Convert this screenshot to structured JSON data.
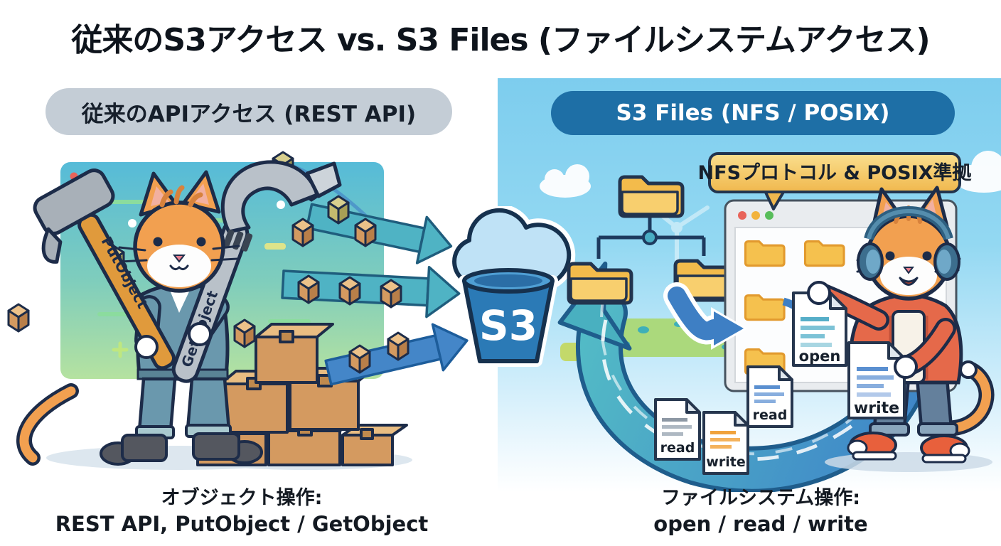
{
  "title": "従来のS3アクセス vs. S3 Files (ファイルシステムアクセス)",
  "left": {
    "header": "従来のAPIアクセス (REST API)",
    "hammer_label": "PutObject",
    "wrench_label": "GetObject",
    "caption": {
      "line1": "オブジェクト操作:",
      "line2": "REST API, PutObject / GetObject"
    }
  },
  "center": {
    "bucket_label": "S3"
  },
  "right": {
    "header": "S3 Files (NFS / POSIX)",
    "banner": "NFSプロトコル & POSIX準拠",
    "files": {
      "open": "open",
      "read": "read",
      "write": "write"
    },
    "caption": {
      "line1": "ファイルシステム操作:",
      "line2": "open / read / write"
    }
  },
  "colors": {
    "left_header_bg": "#c4cdd6",
    "right_header_bg": "#1e6fa6",
    "sky": "#7dcdee",
    "bucket_blue": "#2b7ab6",
    "arrow_teal": "#4fb3c4",
    "arrow_blue": "#4486c8",
    "folder_yellow": "#f3bb4b",
    "banner_yellow": "#f6cd6e",
    "cat_orange": "#f2a050",
    "hoodie_red": "#e5694a",
    "coverall_blue": "#6a98ad",
    "box_brown": "#d49a60"
  }
}
